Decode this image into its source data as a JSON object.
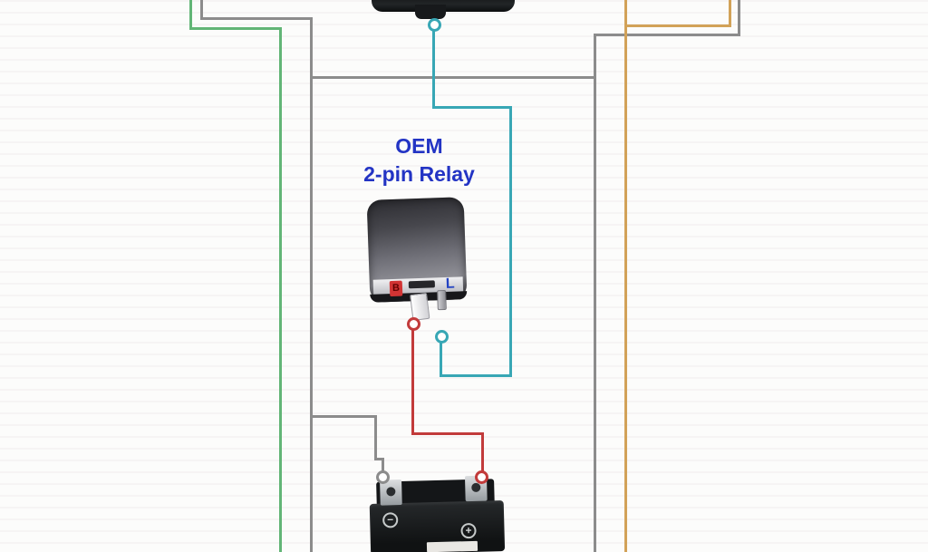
{
  "diagram": {
    "relay_label": {
      "line1": "OEM",
      "line2": "2-pin Relay"
    },
    "relay": {
      "terminal_b": "B",
      "terminal_l": "L"
    },
    "battery": {
      "negative": "−",
      "positive": "+"
    },
    "colors": {
      "left-signal-green": "#62b576",
      "ground-gray": "#8c8c8c",
      "switch-teal": "#38a7b5",
      "power-red": "#c23b3b",
      "right-signal-tan": "#d2a258",
      "relay-label-blue": "#2334c4",
      "terminal-b-red": "#c62828",
      "terminal-l-blue": "#2343c3"
    }
  }
}
